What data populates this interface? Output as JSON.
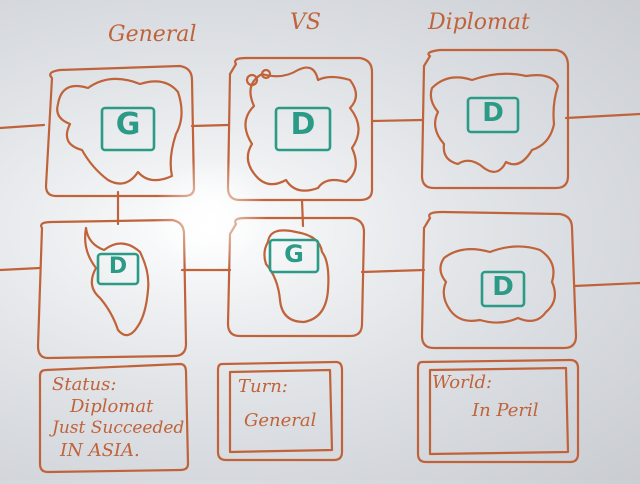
{
  "header": {
    "left_player": "General",
    "versus": "VS",
    "right_player": "Diplomat"
  },
  "regions": [
    {
      "id": "r1",
      "marker": "G"
    },
    {
      "id": "r2",
      "marker": "D"
    },
    {
      "id": "r3",
      "marker": "D"
    },
    {
      "id": "r4",
      "marker": "D"
    },
    {
      "id": "r5",
      "marker": "G"
    },
    {
      "id": "r6",
      "marker": "D"
    }
  ],
  "panels": {
    "status": {
      "title": "Status:",
      "line1": "Diplomat",
      "line2": "Just Succeeded",
      "line3": "IN ASIA."
    },
    "turn": {
      "title": "Turn:",
      "value": "General"
    },
    "world": {
      "title": "World:",
      "value": "In Peril"
    }
  },
  "colors": {
    "marker_orange": "#c0633a",
    "marker_teal": "#2b9a86",
    "board": "#e4e6e9"
  }
}
